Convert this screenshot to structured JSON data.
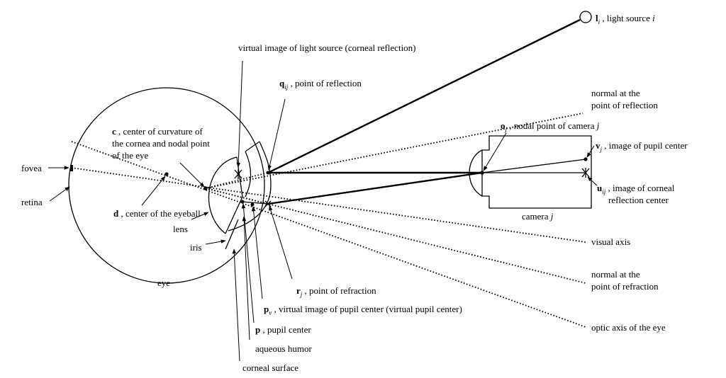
{
  "labels": {
    "light_source": {
      "sym": "l",
      "sub": "i",
      "text": " , light source ",
      "var": "i"
    },
    "virtual_image": "virtual image of light source (corneal reflection)",
    "reflection_point": {
      "sym": "q",
      "sub": "ij",
      "text": " , point of reflection"
    },
    "normal_reflection": [
      "normal at the",
      "point of reflection"
    ],
    "center_curvature": {
      "sym": "c",
      "lines": [
        " , center of curvature of",
        "the cornea and nodal point",
        "of the eye"
      ]
    },
    "nodal_point_camera": {
      "sym": "o",
      "sub": "j",
      "text": " , nodal point of camera ",
      "var": "j"
    },
    "pupil_image": {
      "sym": "v",
      "sub": "j",
      "text": " , image of pupil center"
    },
    "corneal_reflection_image": {
      "sym": "u",
      "sub": "ij",
      "lines": [
        " , image of corneal",
        "reflection center"
      ]
    },
    "camera": {
      "text": "camera ",
      "var": "j"
    },
    "fovea": "fovea",
    "retina": "retina",
    "eyeball_center": {
      "sym": "d",
      "text": " , center of the eyeball"
    },
    "lens": "lens",
    "iris": "iris",
    "eye": "eye",
    "visual_axis": "visual axis",
    "normal_refraction": [
      "normal at the",
      "point of refraction"
    ],
    "refraction_point": {
      "sym": "r",
      "sub": "j",
      "text": " , point of refraction"
    },
    "virtual_pupil": {
      "sym": "p",
      "sub": "v",
      "text": " , virtual image of pupil center (virtual pupil center)"
    },
    "pupil_center": {
      "sym": "p",
      "text": " , pupil center"
    },
    "aqueous_humor": "aqueous humor",
    "corneal_surface": "corneal surface",
    "optic_axis": "optic axis of the eye"
  }
}
